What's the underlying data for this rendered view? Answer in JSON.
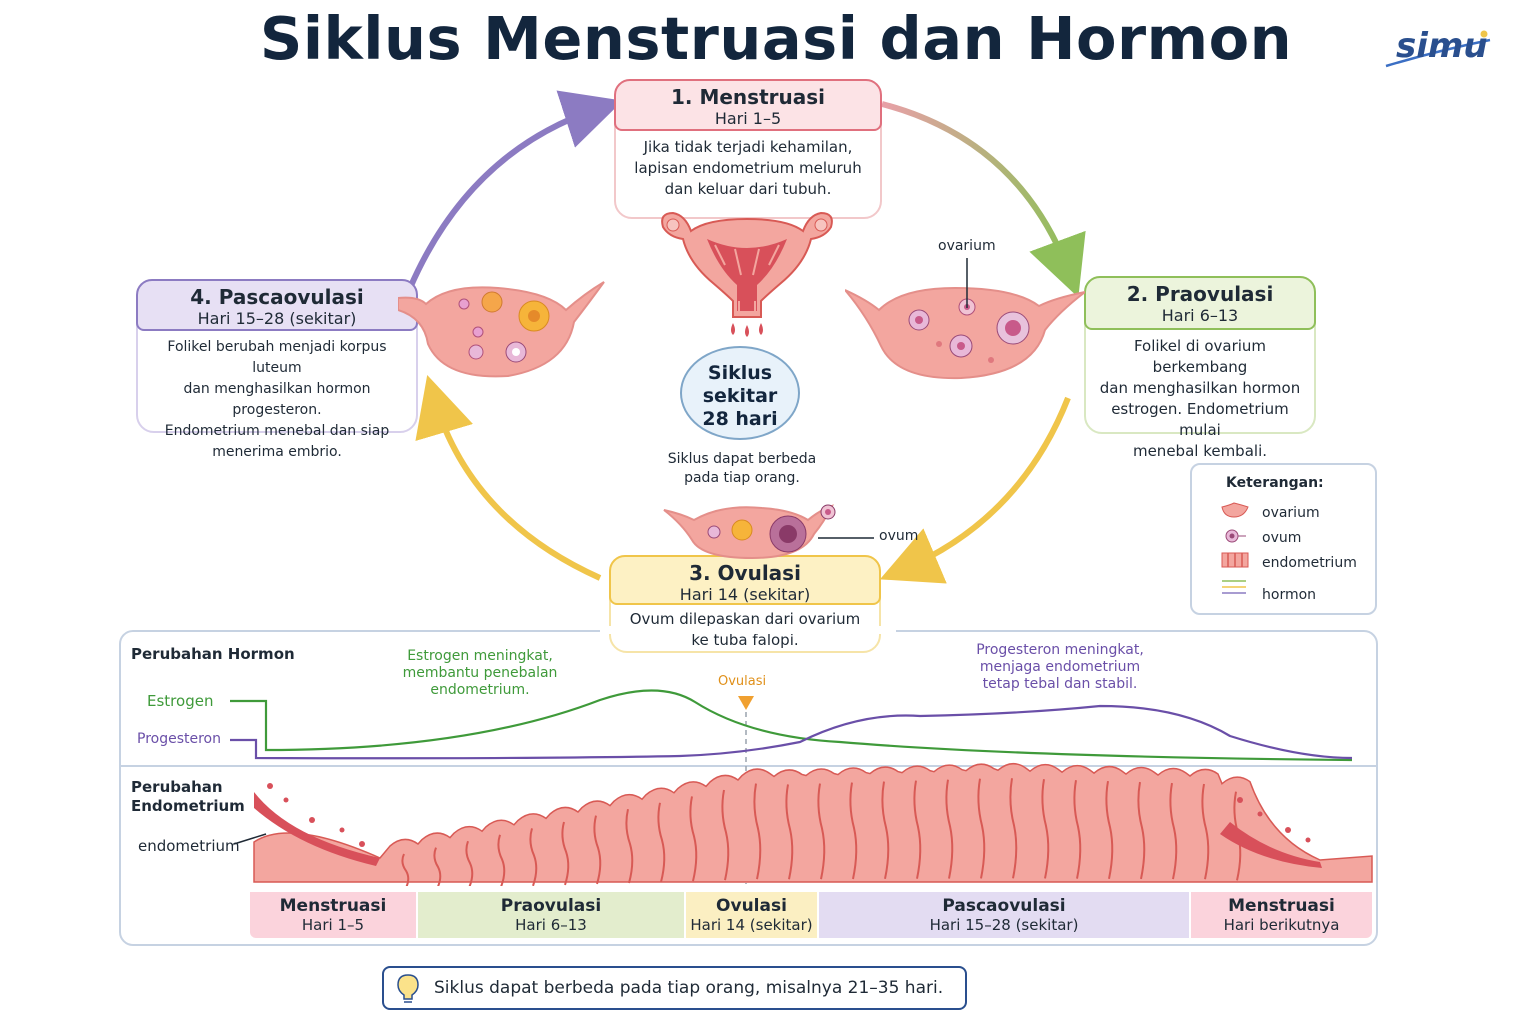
{
  "title": "Siklus Menstruasi dan Hormon",
  "logo": "simu",
  "center": {
    "line1": "Siklus",
    "line2": "sekitar",
    "line3": "28 hari",
    "note1": "Siklus dapat berbeda",
    "note2": "pada tiap orang."
  },
  "phases": [
    {
      "title": "1. Menstruasi",
      "days": "Hari 1–5",
      "desc": [
        "Jika tidak terjadi kehamilan,",
        "lapisan endometrium meluruh",
        "dan keluar dari tubuh."
      ]
    },
    {
      "title": "2. Praovulasi",
      "days": "Hari 6–13",
      "desc": [
        "Folikel di ovarium berkembang",
        "dan menghasilkan hormon",
        "estrogen. Endometrium mulai",
        "menebal kembali."
      ]
    },
    {
      "title": "3. Ovulasi",
      "days": "Hari 14 (sekitar)",
      "desc": [
        "Ovum dilepaskan dari ovarium",
        "ke tuba falopi."
      ]
    },
    {
      "title": "4. Pascaovulasi",
      "days": "Hari 15–28 (sekitar)",
      "desc": [
        "Folikel berubah menjadi korpus luteum",
        "dan menghasilkan hormon progesteron.",
        "Endometrium menebal dan siap",
        "menerima embrio."
      ]
    }
  ],
  "labels": {
    "ovarium": "ovarium",
    "ovum": "ovum",
    "endometrium": "endometrium"
  },
  "legend": {
    "title": "Keterangan:",
    "items": [
      "ovarium",
      "ovum",
      "endometrium",
      "hormon"
    ]
  },
  "graph": {
    "hormone_title": "Perubahan Hormon",
    "estrogen_label": "Estrogen",
    "progesteron_label": "Progesteron",
    "estrogen_note": [
      "Estrogen meningkat,",
      "membantu penebalan",
      "endometrium."
    ],
    "progesteron_note": [
      "Progesteron meningkat,",
      "menjaga endometrium",
      "tetap tebal dan stabil."
    ],
    "ovulation_marker": "Ovulasi",
    "endo_title": [
      "Perubahan",
      "Endometrium"
    ]
  },
  "timeline": [
    {
      "name": "Menstruasi",
      "days": "Hari 1–5",
      "color": "#fbd3dc"
    },
    {
      "name": "Praovulasi",
      "days": "Hari 6–13",
      "color": "#e3edcd"
    },
    {
      "name": "Ovulasi",
      "days": "Hari 14 (sekitar)",
      "color": "#fbefc2"
    },
    {
      "name": "Pascaovulasi",
      "days": "Hari 15–28 (sekitar)",
      "color": "#e3dcf2"
    },
    {
      "name": "Menstruasi",
      "days": "Hari berikutnya",
      "color": "#fbd3dc"
    }
  ],
  "tip": "Siklus dapat berbeda pada tiap orang, misalnya 21–35 hari.",
  "colors": {
    "menstruasi": "#e0707e",
    "praovulasi": "#8fbf5a",
    "ovulasi": "#f0c54a",
    "pascaovulasi": "#8c7bc2",
    "estrogen": "#3f9a3a",
    "progesteron": "#6a4fa8",
    "tissue": "#f3a69f",
    "tissue_dark": "#d85a55"
  }
}
